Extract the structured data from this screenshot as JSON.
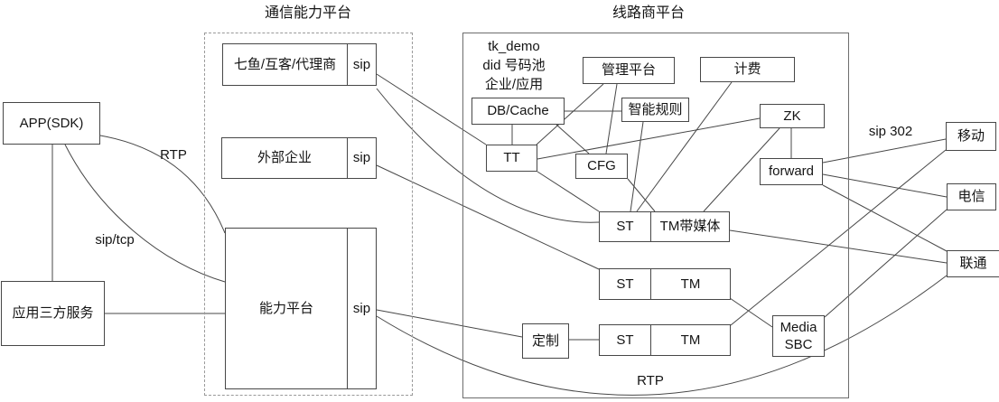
{
  "diagram": {
    "groups": {
      "comm_platform_title": "通信能力平台",
      "carrier_platform_title": "线路商平台"
    },
    "note": {
      "line1": "tk_demo",
      "line2": "did 号码池",
      "line3": "企业/应用"
    },
    "nodes": {
      "app_sdk": "APP(SDK)",
      "third_party_service": "应用三方服务",
      "qiyu_agent": "七鱼/互客/代理商",
      "qiyu_sip": "sip",
      "external_enterprise": "外部企业",
      "external_sip": "sip",
      "capability_platform": "能力平台",
      "capability_sip": "sip",
      "db_cache": "DB/Cache",
      "mgmt_platform": "管理平台",
      "billing": "计费",
      "smart_rules": "智能规则",
      "tt": "TT",
      "cfg": "CFG",
      "zk": "ZK",
      "forward": "forward",
      "st_media": "ST",
      "tm_media": "TM带媒体",
      "st1": "ST",
      "tm1": "TM",
      "custom": "定制",
      "st2": "ST",
      "tm2": "TM",
      "media_sbc_line1": "Media",
      "media_sbc_line2": "SBC",
      "mobile": "移动",
      "telecom": "电信",
      "unicom": "联通"
    },
    "edge_labels": {
      "rtp_top": "RTP",
      "sip_tcp": "sip/tcp",
      "sip_302": "sip 302",
      "rtp_bottom": "RTP"
    }
  }
}
